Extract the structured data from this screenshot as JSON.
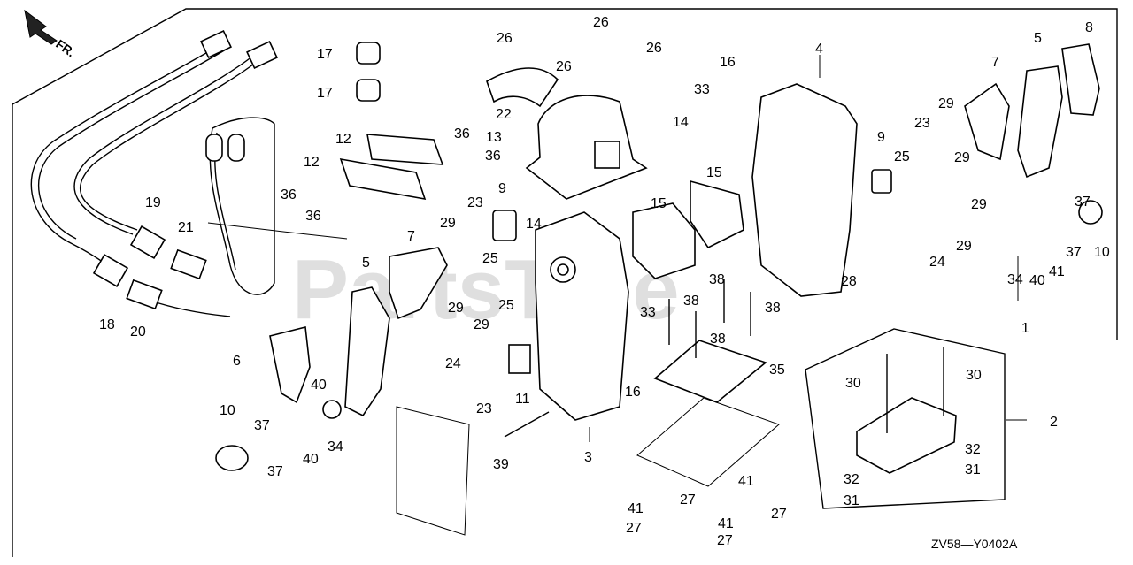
{
  "diagram": {
    "code": "ZV58—Y0402A",
    "front_indicator": "FR.",
    "watermark": "PartsTree"
  },
  "callouts": [
    "1",
    "2",
    "3",
    "4",
    "5",
    "5",
    "6",
    "7",
    "7",
    "8",
    "9",
    "9",
    "10",
    "10",
    "11",
    "12",
    "12",
    "13",
    "14",
    "14",
    "15",
    "15",
    "16",
    "16",
    "17",
    "17",
    "18",
    "19",
    "20",
    "21",
    "22",
    "23",
    "23",
    "23",
    "24",
    "24",
    "25",
    "25",
    "25",
    "26",
    "26",
    "26",
    "26",
    "27",
    "27",
    "27",
    "27",
    "28",
    "29",
    "29",
    "29",
    "29",
    "29",
    "29",
    "29",
    "30",
    "30",
    "31",
    "31",
    "32",
    "32",
    "33",
    "33",
    "34",
    "34",
    "35",
    "36",
    "36",
    "36",
    "36",
    "37",
    "37",
    "37",
    "37",
    "38",
    "38",
    "38",
    "38",
    "39",
    "40",
    "40",
    "40",
    "41",
    "41",
    "41",
    "41"
  ]
}
